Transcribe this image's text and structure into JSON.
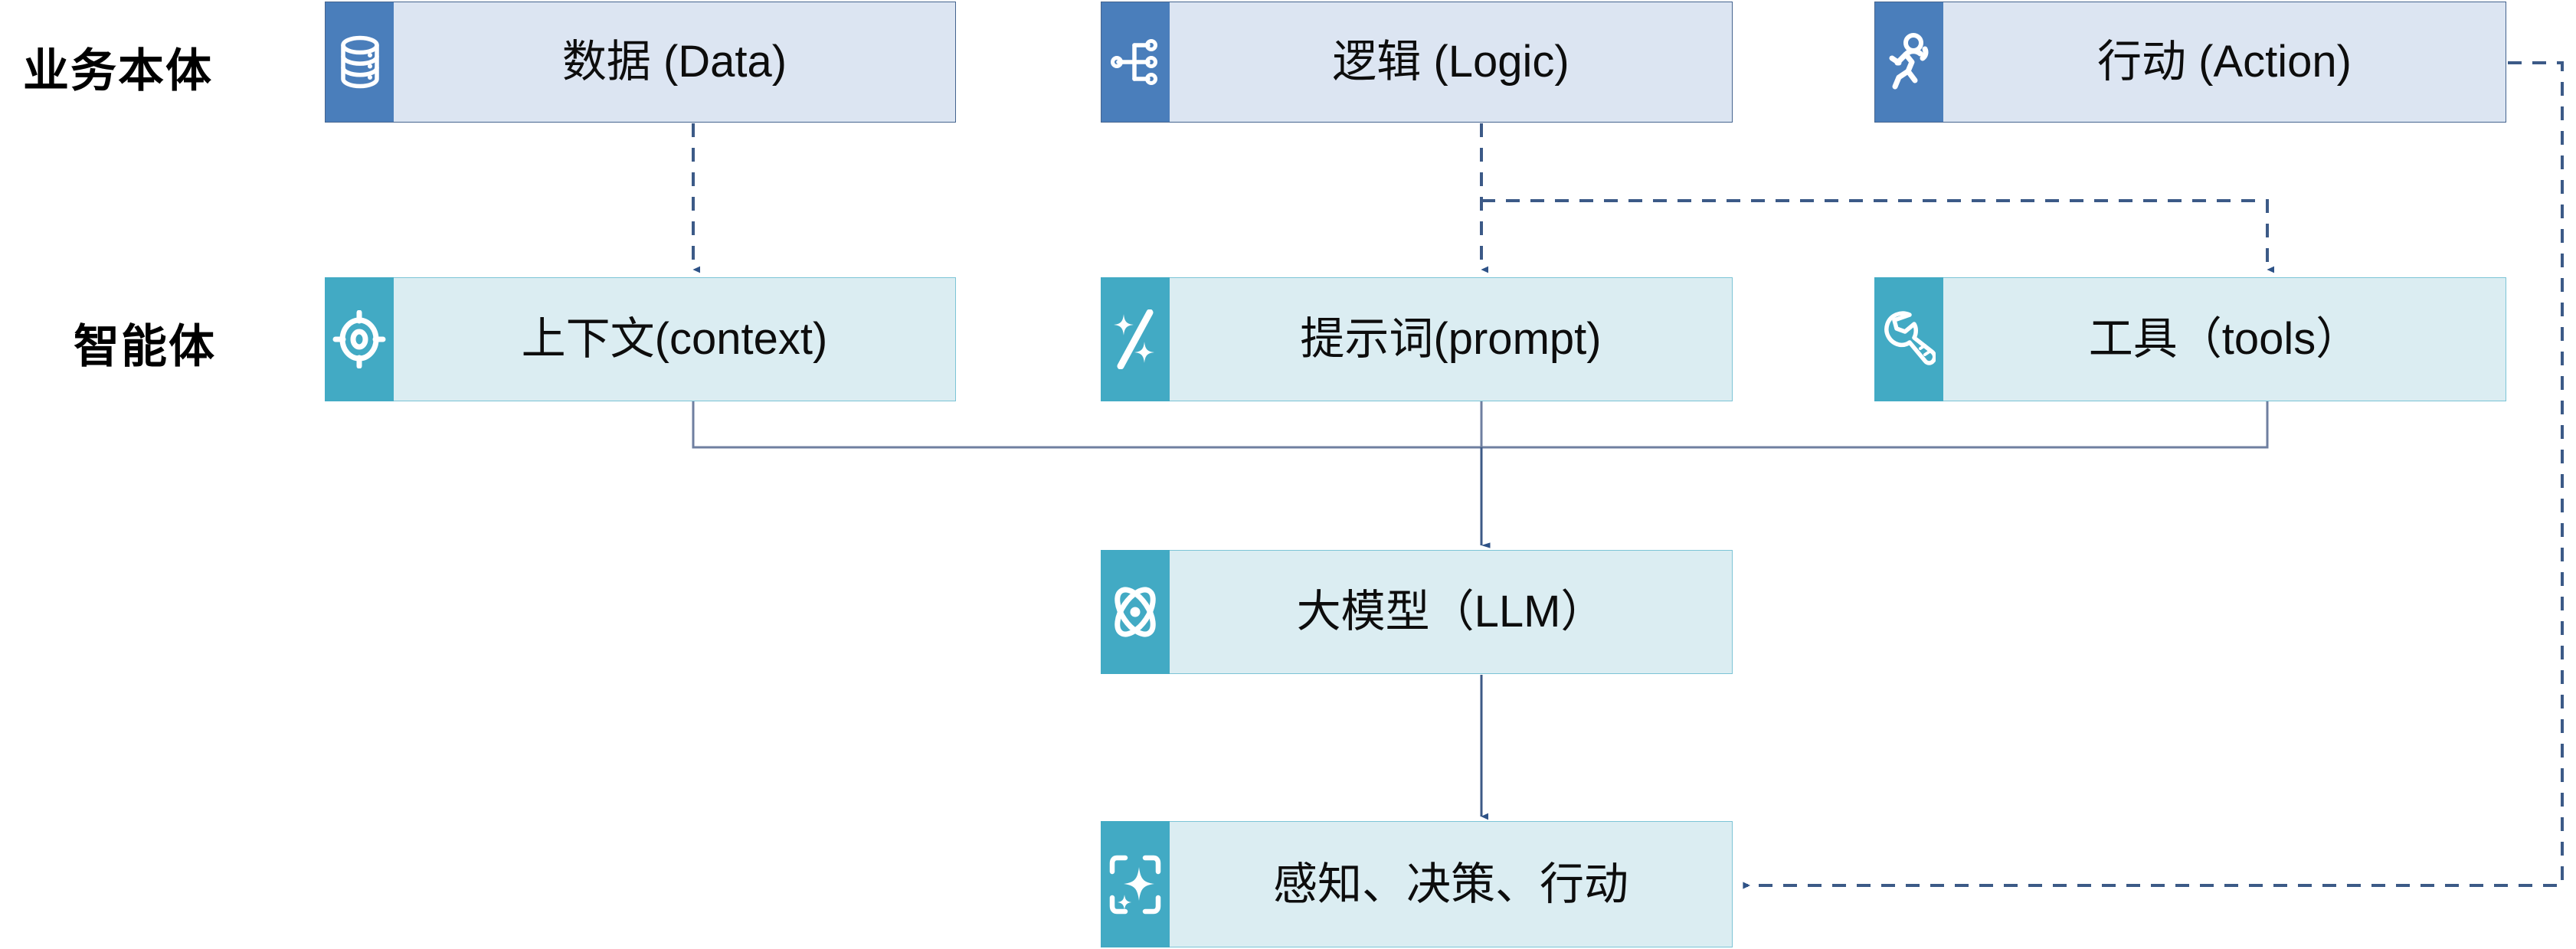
{
  "diagram": {
    "title_rows": [
      {
        "id": "business",
        "label": "业务本体"
      },
      {
        "id": "agent",
        "label": "智能体"
      }
    ],
    "nodes": [
      {
        "id": "data",
        "label": "数据 (Data)",
        "icon": "database-icon",
        "tier": "business"
      },
      {
        "id": "logic",
        "label": "逻辑 (Logic)",
        "icon": "hierarchy-icon",
        "tier": "business"
      },
      {
        "id": "action",
        "label": "行动 (Action)",
        "icon": "running-person-icon",
        "tier": "business"
      },
      {
        "id": "context",
        "label": "上下文(context)",
        "icon": "target-icon",
        "tier": "agent"
      },
      {
        "id": "prompt",
        "label": "提示词(prompt)",
        "icon": "magic-wand-icon",
        "tier": "agent"
      },
      {
        "id": "tools",
        "label": "工具（tools）",
        "icon": "wrench-icon",
        "tier": "agent"
      },
      {
        "id": "llm",
        "label": "大模型（LLM）",
        "icon": "atom-icon",
        "tier": "agent"
      },
      {
        "id": "outcome",
        "label": "感知、决策、行动",
        "icon": "sparkle-frame-icon",
        "tier": "agent"
      }
    ],
    "connections": [
      {
        "from": "data",
        "to": "context",
        "style": "dashed",
        "arrow": "down"
      },
      {
        "from": "logic",
        "to": "prompt",
        "style": "dashed",
        "arrow": "down"
      },
      {
        "from": "logic",
        "to": "tools",
        "style": "dashed",
        "arrow": "down"
      },
      {
        "from": "context",
        "to": "llm",
        "style": "solid",
        "arrow": "down"
      },
      {
        "from": "prompt",
        "to": "llm",
        "style": "solid",
        "arrow": "down"
      },
      {
        "from": "tools",
        "to": "llm",
        "style": "solid",
        "arrow": "down"
      },
      {
        "from": "llm",
        "to": "outcome",
        "style": "solid",
        "arrow": "down"
      },
      {
        "from": "action",
        "to": "outcome",
        "style": "dashed",
        "arrow": "left"
      }
    ],
    "colors": {
      "business_icon": "#4a7ebb",
      "business_body": "#dce5f2",
      "business_border": "#44648f",
      "agent_icon": "#42aac4",
      "agent_body": "#dbedf2",
      "agent_border": "#7cc4d6",
      "connector": "#3c5a87",
      "arrowhead": "#2e5287",
      "label_text": "#000000"
    }
  }
}
